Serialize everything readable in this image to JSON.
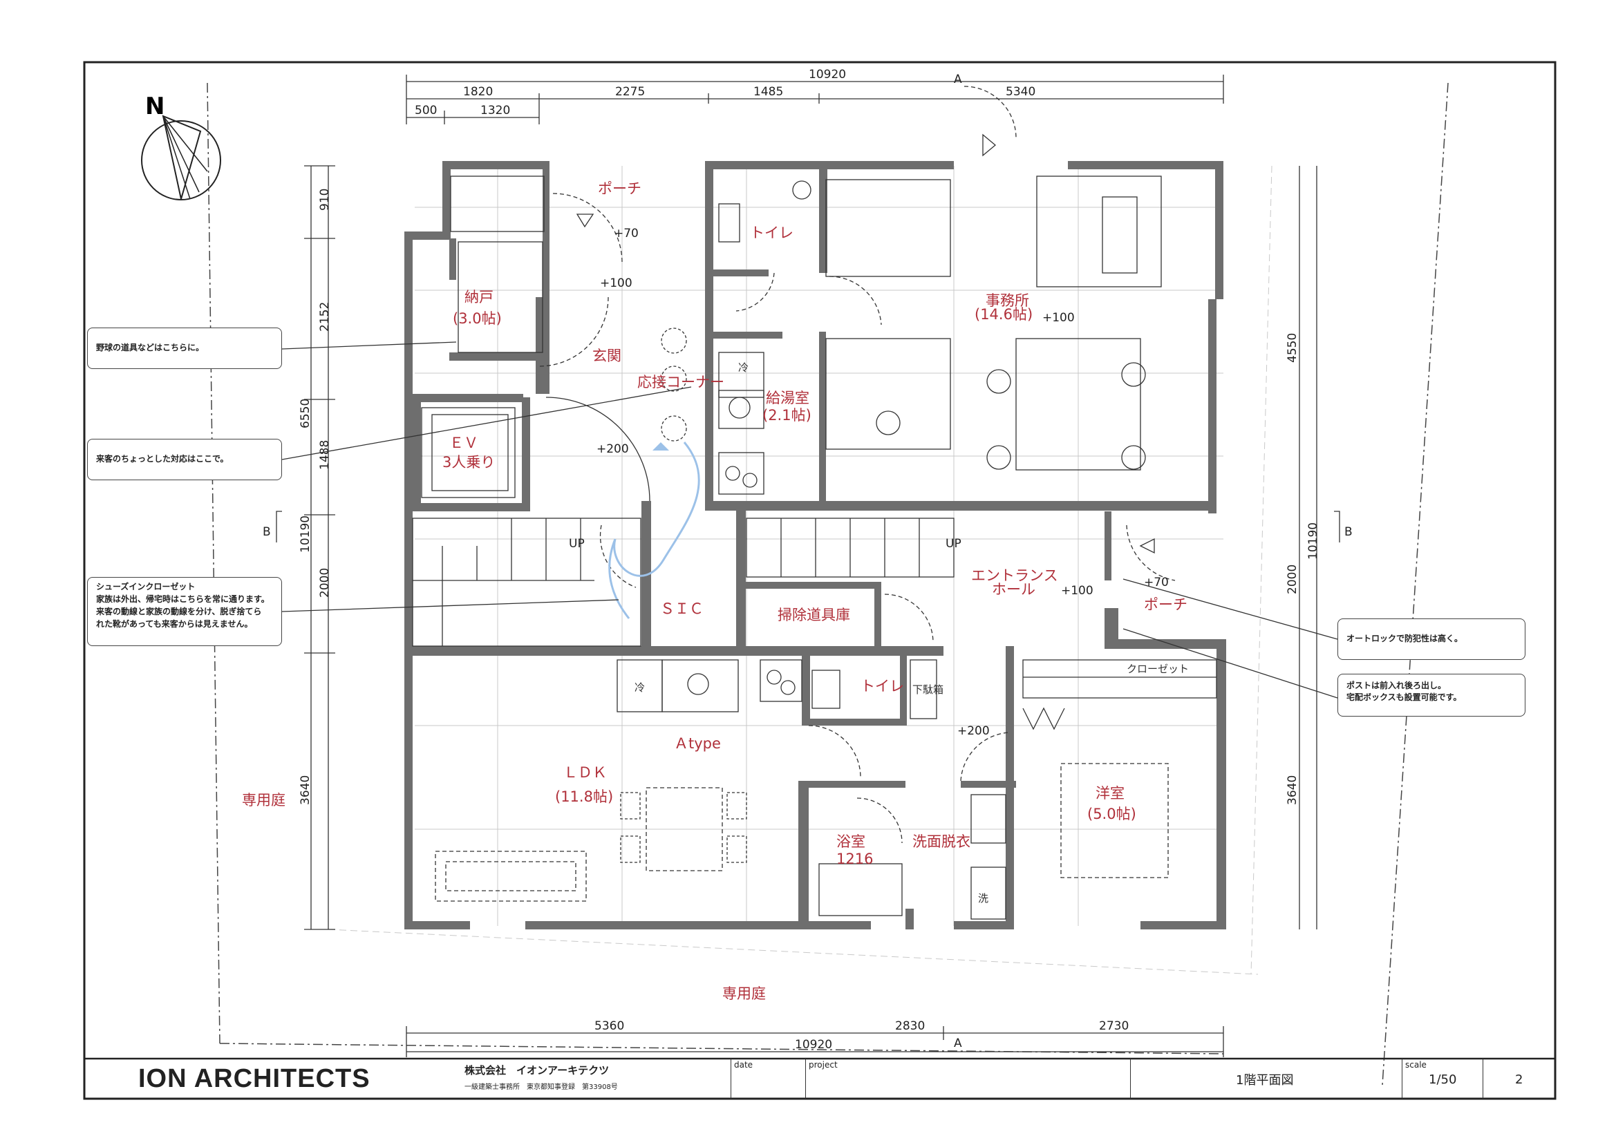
{
  "north": "N",
  "dims": {
    "top_total": "10920",
    "top_1": "1820",
    "top_2": "2275",
    "top_3": "1485",
    "top_4": "5340",
    "top_5": "500",
    "top_6": "1320",
    "left_total": "6550",
    "left_1": "910",
    "left_2": "2152",
    "left_3": "1488",
    "left_4": "10190",
    "left_5": "2000",
    "left_6": "3640",
    "right_1": "4550",
    "right_2": "10190",
    "right_3": "2000",
    "right_4": "3640",
    "bottom_total": "10920",
    "bottom_1": "5360",
    "bottom_2": "2830",
    "bottom_3": "2730",
    "sec_a": "A",
    "sec_b": "B"
  },
  "levels": {
    "porch_top": "+70",
    "entry_top": "+100",
    "office": "+100",
    "hall": "+200",
    "entrance_hall": "+100",
    "porch_right": "+70",
    "wash": "+200"
  },
  "rooms": {
    "porch_top": "ポーチ",
    "toilet_top": "トイレ",
    "storage_name": "納戸",
    "storage_size": "(3.0帖)",
    "genkan": "玄関",
    "reception": "応接コーナー",
    "office_name": "事務所",
    "office_size": "(14.6帖)",
    "kitchenette_name": "給湯室",
    "kitchenette_size": "(2.1帖)",
    "ev_name": "ＥＶ",
    "ev_size": "3人乗り",
    "up_left": "UP",
    "up_right": "UP",
    "sic": "ＳＩＣ",
    "cleaning": "掃除道具庫",
    "entrance_name": "エントランス",
    "entrance_name2": "ホール",
    "porch_right": "ポーチ",
    "closet": "クローゼット",
    "toilet_bottom": "トイレ",
    "shoebox": "下駄箱",
    "a_type": "Ａtype",
    "ldk_name": "ＬＤＫ",
    "ldk_size": "(11.8帖)",
    "yoshitsu_name": "洋室",
    "yoshitsu_size": "(5.0帖)",
    "bath_name": "浴室",
    "bath_size": "1216",
    "washroom": "洗面脱衣",
    "garden_left": "専用庭",
    "garden_bottom": "専用庭",
    "fridge_top": "冷",
    "fridge_bottom": "冷",
    "washer": "洗"
  },
  "notes": {
    "baseball": "野球の道具などはこちらに。",
    "guest": "来客のちょっとした対応はここで。",
    "shoes_title": "シューズインクローゼット",
    "shoes_line1": "家族は外出、帰宅時はこちらを常に通ります。",
    "shoes_line2": "来客の動線と家族の動線を分け、脱ぎ捨てら",
    "shoes_line3": "れた靴があっても来客からは見えません。",
    "autolock": "オートロックで防犯性は高く。",
    "post_line1": "ポストは前入れ後ろ出し。",
    "post_line2": "宅配ボックスも設置可能です。"
  },
  "title_block": {
    "logo": "ION ARCHITECTS",
    "company": "株式会社　イオンアーキテクツ",
    "registration": "一級建築士事務所　東京都知事登録　第33908号",
    "date_label": "date",
    "project_label": "project",
    "drawing_title": "1階平面図",
    "scale_label": "scale",
    "scale_value": "1/50",
    "sheet_no": "2"
  },
  "colors": {
    "room_text": "#b0303a",
    "wall": "#6e6e6e",
    "arrow": "#9cc1e8"
  }
}
